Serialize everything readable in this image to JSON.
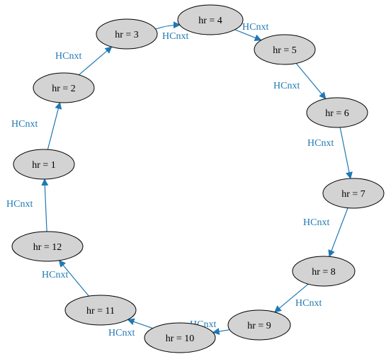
{
  "graph": {
    "edge_color": "#1f78b4",
    "node_fill": "#d3d3d3",
    "nodes": [
      {
        "id": "n1",
        "label": "hr = 1"
      },
      {
        "id": "n2",
        "label": "hr = 2"
      },
      {
        "id": "n3",
        "label": "hr = 3"
      },
      {
        "id": "n4",
        "label": "hr = 4"
      },
      {
        "id": "n5",
        "label": "hr = 5"
      },
      {
        "id": "n6",
        "label": "hr = 6"
      },
      {
        "id": "n7",
        "label": "hr = 7"
      },
      {
        "id": "n8",
        "label": "hr = 8"
      },
      {
        "id": "n9",
        "label": "hr = 9"
      },
      {
        "id": "n10",
        "label": "hr = 10"
      },
      {
        "id": "n11",
        "label": "hr = 11"
      },
      {
        "id": "n12",
        "label": "hr = 12"
      }
    ],
    "edges": [
      {
        "from": "n1",
        "to": "n2",
        "label": "HCnxt"
      },
      {
        "from": "n2",
        "to": "n3",
        "label": "HCnxt"
      },
      {
        "from": "n3",
        "to": "n4",
        "label": "HCnxt"
      },
      {
        "from": "n4",
        "to": "n5",
        "label": "HCnxt"
      },
      {
        "from": "n5",
        "to": "n6",
        "label": "HCnxt"
      },
      {
        "from": "n6",
        "to": "n7",
        "label": "HCnxt"
      },
      {
        "from": "n7",
        "to": "n8",
        "label": "HCnxt"
      },
      {
        "from": "n8",
        "to": "n9",
        "label": "HCnxt"
      },
      {
        "from": "n9",
        "to": "n10",
        "label": "HCnxt"
      },
      {
        "from": "n10",
        "to": "n11",
        "label": "HCnxt"
      },
      {
        "from": "n11",
        "to": "n12",
        "label": "HCnxt"
      },
      {
        "from": "n12",
        "to": "n1",
        "label": "HCnxt"
      }
    ]
  }
}
